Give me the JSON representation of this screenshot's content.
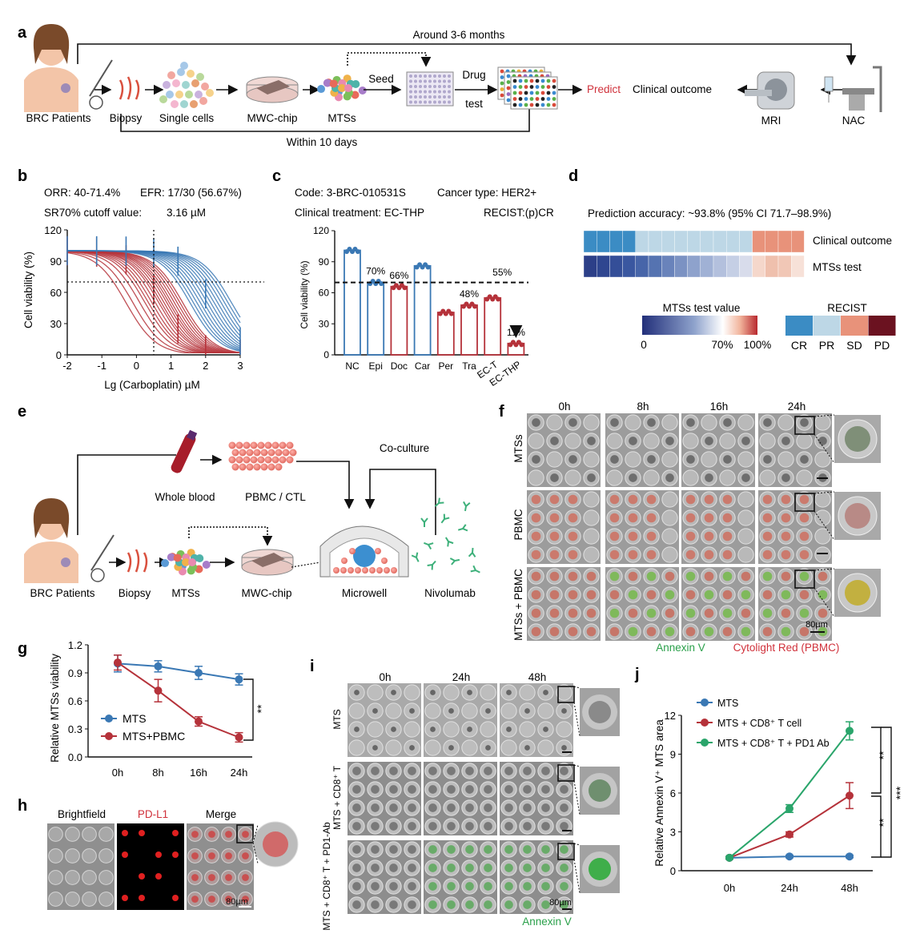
{
  "colors": {
    "blue": "#3a78b4",
    "red": "#b5323a",
    "green": "#2aa56b",
    "predict_red": "#d0313b",
    "annexin_green": "#2aa04a",
    "cytolight_red": "#d0313b",
    "pdl1_red": "#e02020"
  },
  "panels": {
    "a": "a",
    "b": "b",
    "c": "c",
    "d": "d",
    "e": "e",
    "f": "f",
    "g": "g",
    "h": "h",
    "i": "i",
    "j": "j"
  },
  "a": {
    "top_arrow_label": "Around 3-6 months",
    "bottom_arrow_label": "Within 10 days",
    "labels": {
      "patients": "BRC Patients",
      "biopsy": "Biopsy",
      "single_cells": "Single cells",
      "chip": "MWC-chip",
      "mtss": "MTSs",
      "seed": "Seed",
      "drug": "Drug",
      "test": "test",
      "predict": "Predict",
      "outcome": "Clinical outcome",
      "mri": "MRI",
      "nac": "NAC"
    }
  },
  "b": {
    "orr": "ORR: 40-71.4%",
    "efr": "EFR: 17/30 (56.67%)",
    "sr70": "SR70% cutoff value:",
    "sr70_value": "3.16 µM",
    "chart_data": {
      "type": "line",
      "title": "",
      "xlabel": "Lg (Carboplatin)  µM",
      "ylabel": "Cell viability (%)",
      "xlim": [
        -2,
        3
      ],
      "ylim": [
        0,
        120
      ],
      "x_ticks": [
        "-2",
        "-1",
        "0",
        "1",
        "2",
        "3"
      ],
      "y_ticks": [
        "0",
        "30",
        "60",
        "90",
        "120"
      ],
      "cutoff_x": 0.5,
      "cutoff_y": 70,
      "series": [
        {
          "group": "red",
          "ic50_values": [
            -0.3,
            -0.1,
            0.1,
            0.25,
            0.35,
            0.45,
            0.55,
            0.65,
            0.72,
            0.8,
            0.88,
            0.95,
            1.02,
            1.1,
            1.18,
            1.26,
            1.34
          ]
        },
        {
          "group": "blue",
          "ic50_values": [
            1.55,
            1.65,
            1.75,
            1.85,
            1.95,
            2.05,
            2.15,
            2.25,
            2.35,
            2.45,
            2.55,
            2.65,
            2.75
          ]
        }
      ]
    }
  },
  "c": {
    "code": "Code: 3-BRC-010531S",
    "cancer": "Cancer type: HER2+",
    "treatment": "Clinical treatment: EC-THP",
    "recist": "RECIST:(p)CR",
    "chart_data": {
      "type": "bar",
      "title": "",
      "xlabel": "",
      "ylabel": "Cell viability (%)",
      "ylim": [
        0,
        120
      ],
      "y_ticks": [
        "0",
        "30",
        "60",
        "90",
        "120"
      ],
      "threshold": 70,
      "categories": [
        "NC",
        "Epi",
        "Doc",
        "Car",
        "Per",
        "Tra",
        "EC-T",
        "EC-THP"
      ],
      "values": [
        101,
        70,
        66,
        86,
        41,
        48,
        55,
        11
      ],
      "groups": [
        "blue",
        "blue",
        "red",
        "blue",
        "red",
        "red",
        "red",
        "red"
      ],
      "value_labels": [
        "",
        "70%",
        "66%",
        "",
        "",
        "48%",
        "55%",
        "11%"
      ]
    }
  },
  "d": {
    "accuracy": "Prediction accuracy: ~93.8% (95% CI 71.7–98.9%)",
    "row1": "Clinical outcome",
    "row2": "MTSs test",
    "row1_colors": [
      "#3b8cc4",
      "#3b8cc4",
      "#3b8cc4",
      "#3b8cc4",
      "#bdd7e6",
      "#bdd7e6",
      "#bdd7e6",
      "#bdd7e6",
      "#bdd7e6",
      "#bdd7e6",
      "#bdd7e6",
      "#bdd7e6",
      "#bdd7e6",
      "#e8927a",
      "#e8927a",
      "#e8927a",
      "#e8927a"
    ],
    "row2_colors": [
      "#2c3f88",
      "#2f4690",
      "#344e98",
      "#3a57a0",
      "#4765a9",
      "#5573b1",
      "#6983bb",
      "#7b92c3",
      "#8ea2cc",
      "#a0b1d5",
      "#b3c0dd",
      "#c5cfe5",
      "#d8dceb",
      "#f5d7cb",
      "#efc0ad",
      "#f1c7b6",
      "#f7e1d8"
    ],
    "scale_title": "MTSs test value",
    "scale_ticks": [
      "0",
      "70%",
      "100%"
    ],
    "recist_title": "RECIST",
    "recist_labels": [
      "CR",
      "PR",
      "SD",
      "PD"
    ],
    "recist_colors": [
      "#3b8cc4",
      "#bdd7e6",
      "#e8927a",
      "#6b1220"
    ]
  },
  "e": {
    "labels": {
      "whole_blood": "Whole blood",
      "pbmc": "PBMC / CTL",
      "coculture": "Co-culture",
      "patients": "BRC Patients",
      "biopsy": "Biopsy",
      "mtss": "MTSs",
      "chip": "MWC-chip",
      "microwell": "Microwell",
      "nivolumab": "Nivolumab"
    }
  },
  "f": {
    "times": [
      "0h",
      "8h",
      "16h",
      "24h"
    ],
    "rows": [
      "MTSs",
      "PBMC",
      "MTSs + PBMC"
    ],
    "scale": "80µm",
    "legend_green": "Annexin V",
    "legend_red": "Cytolight Red (PBMC)"
  },
  "g": {
    "chart_data": {
      "type": "line",
      "title": "",
      "ylabel": "Relative MTSs viability",
      "xlabel": "",
      "categories": [
        "0h",
        "8h",
        "16h",
        "24h"
      ],
      "ylim": [
        0,
        1.2
      ],
      "y_ticks": [
        "0.0",
        "0.3",
        "0.6",
        "0.9",
        "1.2"
      ],
      "series": [
        {
          "name": "MTS",
          "values": [
            1.0,
            0.97,
            0.9,
            0.83
          ],
          "errors": [
            0.09,
            0.06,
            0.07,
            0.06
          ]
        },
        {
          "name": "MTS+PBMC",
          "values": [
            1.01,
            0.71,
            0.38,
            0.21
          ],
          "errors": [
            0.08,
            0.12,
            0.05,
            0.05
          ]
        }
      ],
      "significance": "**"
    }
  },
  "h": {
    "labels": [
      "Brightfield",
      "PD-L1",
      "Merge"
    ],
    "scale": "80µm"
  },
  "i": {
    "times": [
      "0h",
      "24h",
      "48h"
    ],
    "rows": [
      "MTS",
      "MTS + CD8⁺ T",
      "MTS + CD8⁺ T + PD1-Ab"
    ],
    "scale": "80µm",
    "legend": "Annexin V"
  },
  "j": {
    "chart_data": {
      "type": "line",
      "title": "",
      "ylabel": "Relative Annexin V⁺ MTS area",
      "xlabel": "",
      "categories": [
        "0h",
        "24h",
        "48h"
      ],
      "ylim": [
        0,
        12
      ],
      "y_ticks": [
        "0",
        "3",
        "6",
        "9",
        "12"
      ],
      "series": [
        {
          "name": "MTS",
          "values": [
            1.0,
            1.1,
            1.1
          ],
          "errors": [
            0.1,
            0.1,
            0.1
          ]
        },
        {
          "name": "MTS + CD8⁺ T cell",
          "values": [
            1.0,
            2.8,
            5.8
          ],
          "errors": [
            0.1,
            0.2,
            1.0
          ]
        },
        {
          "name": "MTS + CD8⁺ T + PD1 Ab",
          "values": [
            1.0,
            4.8,
            10.8
          ],
          "errors": [
            0.1,
            0.3,
            0.7
          ]
        }
      ],
      "significance": [
        "**",
        "**",
        "***"
      ]
    }
  }
}
